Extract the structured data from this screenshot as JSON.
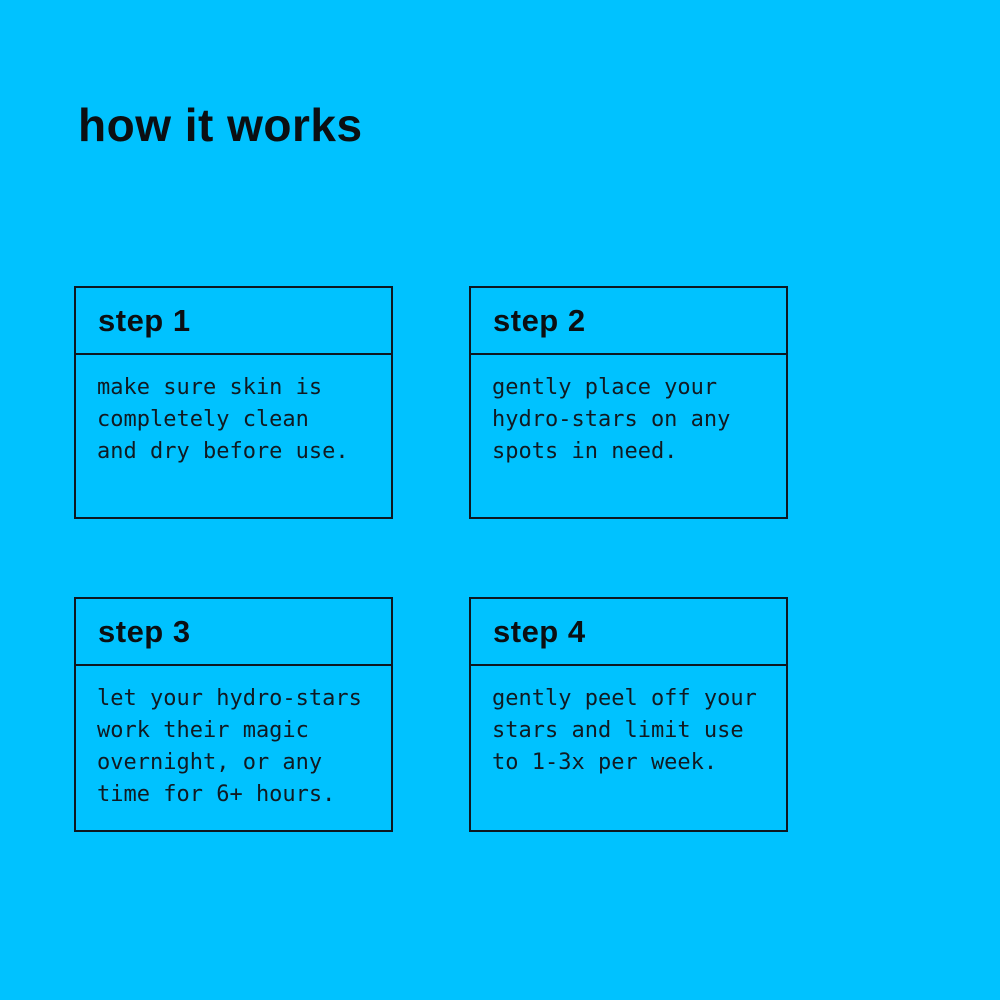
{
  "colors": {
    "background": "#00c2ff",
    "text": "#0e1720",
    "border": "#0e1720"
  },
  "title": "how it works",
  "steps": [
    {
      "label": "step 1",
      "description": "make sure skin is completely clean and dry before use.",
      "lines": [
        "make sure skin is",
        "completely clean",
        "and dry before use."
      ]
    },
    {
      "label": "step 2",
      "description": "gently place your hydro-stars on any spots in need.",
      "lines": [
        "gently place your",
        "hydro-stars on any",
        "spots in need."
      ]
    },
    {
      "label": "step 3",
      "description": "let your hydro-stars work their magic overnight, or any time for 6+ hours.",
      "lines": [
        "let your hydro-stars",
        "work their magic",
        "overnight, or any",
        "time for 6+ hours."
      ]
    },
    {
      "label": "step 4",
      "description": "gently peel off your stars and limit use to 1-3x per week.",
      "lines": [
        "gently peel off your",
        "stars and limit use",
        "to 1-3x per week."
      ]
    }
  ]
}
